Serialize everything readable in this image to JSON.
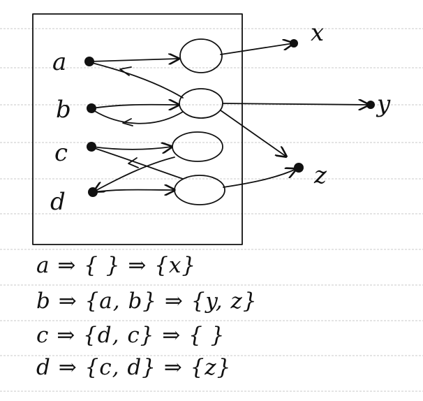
{
  "diagram": {
    "inputs": [
      {
        "id": "a",
        "label": "a"
      },
      {
        "id": "b",
        "label": "b"
      },
      {
        "id": "c",
        "label": "c"
      },
      {
        "id": "d",
        "label": "d"
      }
    ],
    "outputs": [
      {
        "id": "x",
        "label": "x"
      },
      {
        "id": "y",
        "label": "y"
      },
      {
        "id": "z",
        "label": "z"
      }
    ],
    "edges": [
      [
        "a",
        "node1"
      ],
      [
        "node2",
        "a"
      ],
      [
        "b",
        "node2"
      ],
      [
        "node2",
        "b"
      ],
      [
        "c",
        "node3"
      ],
      [
        "node3",
        "d"
      ],
      [
        "d",
        "node4"
      ],
      [
        "node4",
        "c"
      ],
      [
        "node1",
        "x"
      ],
      [
        "node2",
        "y"
      ],
      [
        "node2",
        "z"
      ],
      [
        "node4",
        "z"
      ]
    ]
  },
  "equations": [
    "a ⇒ { } ⇒ {x}",
    "b ⇒ {a, b} ⇒ {y, z}",
    "c ⇒ {d, c} ⇒ { }",
    "d ⇒ {c, d} ⇒ {z}"
  ]
}
